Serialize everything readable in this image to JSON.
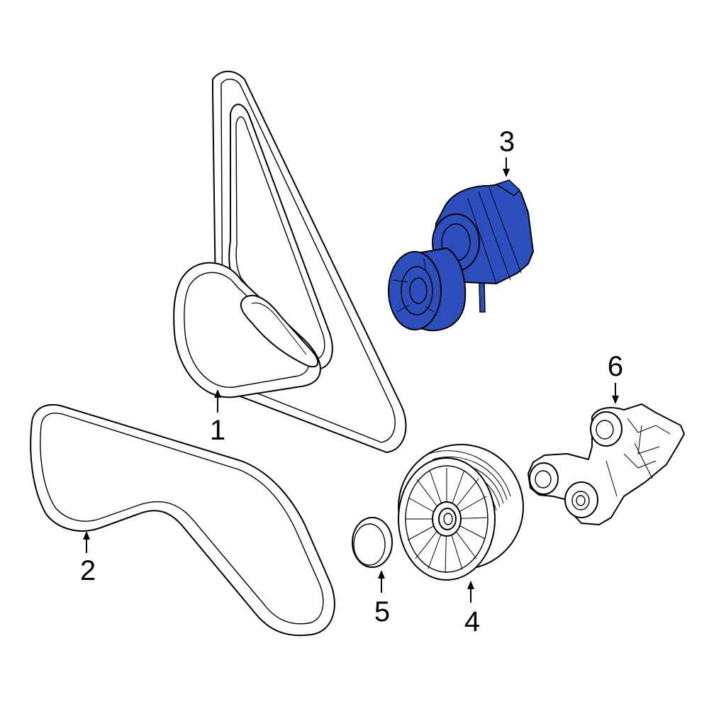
{
  "diagram": {
    "parts": [
      {
        "callout": "1",
        "name": "serpentine-belt-1"
      },
      {
        "callout": "2",
        "name": "serpentine-belt-2"
      },
      {
        "callout": "3",
        "name": "belt-tensioner",
        "highlight_color": "#2d4fbd"
      },
      {
        "callout": "4",
        "name": "idler-pulley"
      },
      {
        "callout": "5",
        "name": "pulley-cap"
      },
      {
        "callout": "6",
        "name": "tensioner-bracket"
      }
    ],
    "colors": {
      "highlight": "#2d4fbd",
      "line": "#000000",
      "background": "#ffffff"
    }
  }
}
